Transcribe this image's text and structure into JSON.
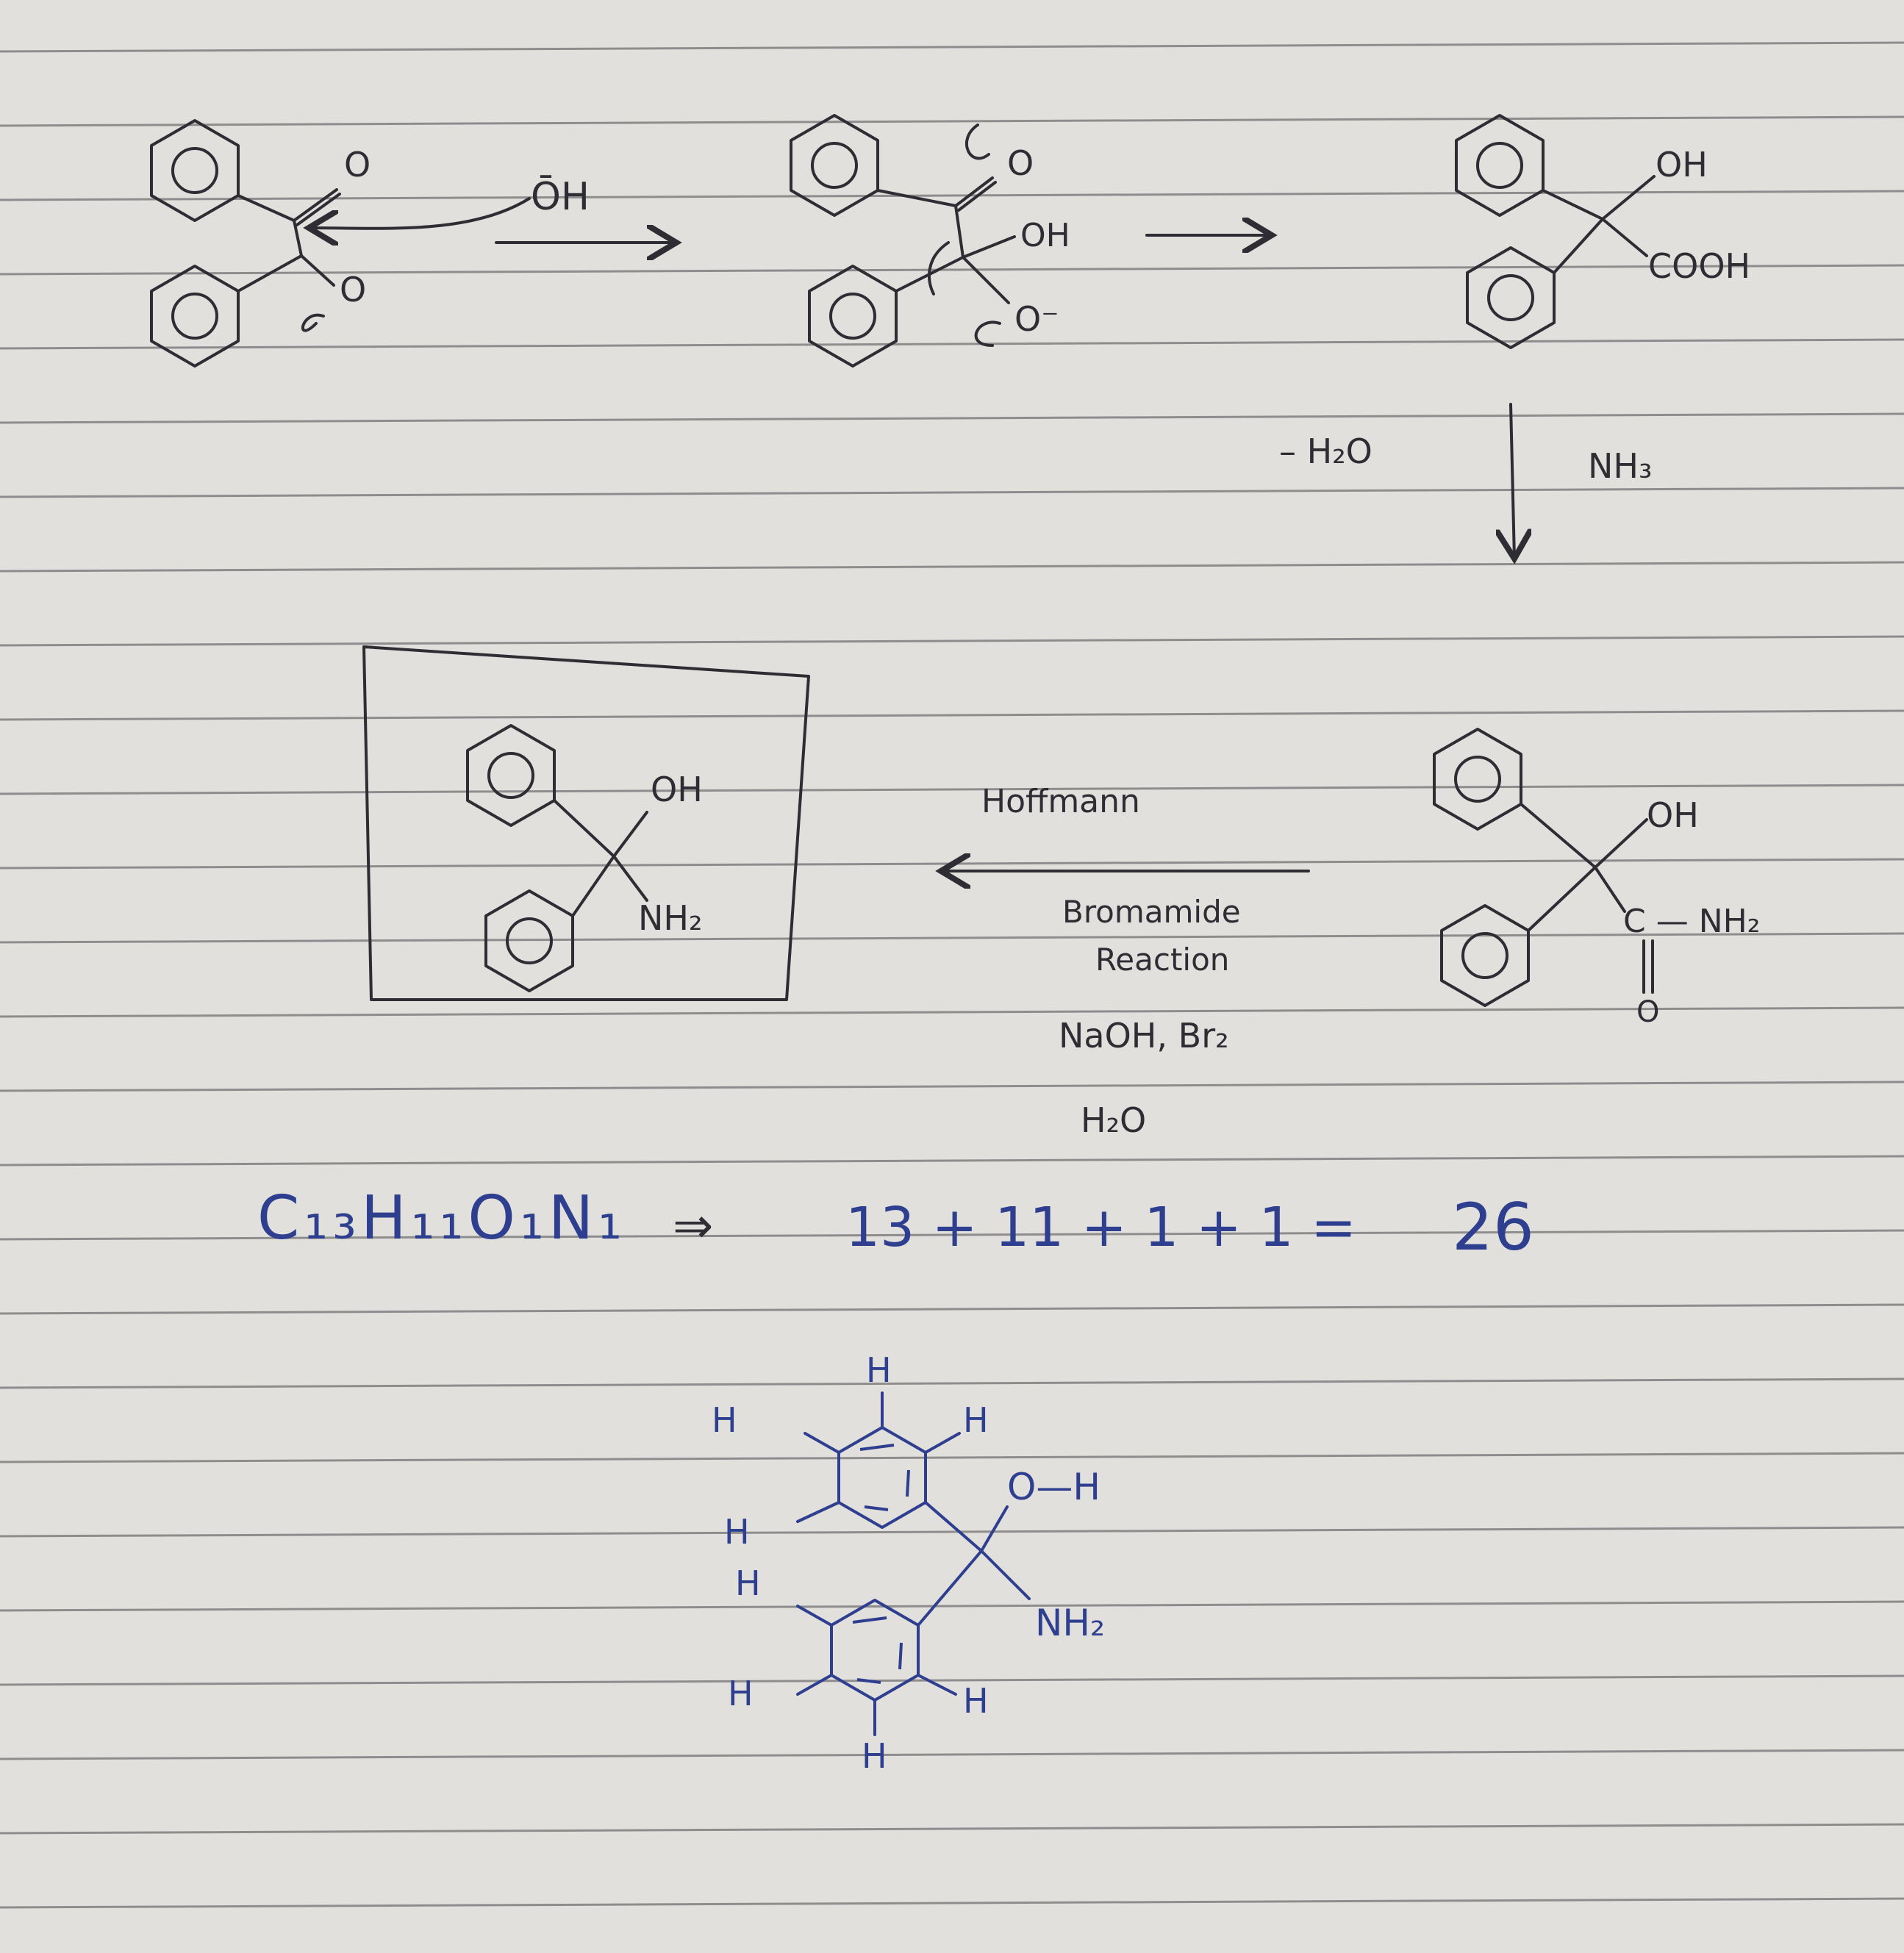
{
  "step1": {
    "nucleophile": "ŌH",
    "carbonyl_o_top": "O",
    "carbonyl_o_bottom": "O"
  },
  "step2": {
    "carbonyl_o": "O",
    "hydroxyl": "OH",
    "alkoxide": "O⁻"
  },
  "step3": {
    "hydroxyl": "OH",
    "acid": "COOH"
  },
  "down_arrow": {
    "left_label": "– H₂O",
    "right_label": "NH₃"
  },
  "amide": {
    "hydroxyl": "OH",
    "amide_group": "C — NH₂",
    "carbonyl_o": "O"
  },
  "reaction": {
    "name": "Hoffmann",
    "type_line1": "Bromamide",
    "type_line2": "Reaction",
    "reagents": "NaOH, Br₂",
    "solvent": "H₂O"
  },
  "product": {
    "hydroxyl": "OH",
    "amine": "NH₂"
  },
  "formula": {
    "text": "C₁₃H₁₁O₁N₁",
    "arrow": "⇒",
    "sum": "13 + 11 + 1 + 1 =",
    "total": "26"
  },
  "expanded_structure": {
    "hydroxyl": "O—H",
    "amine": "NH₂",
    "h_label": "H"
  }
}
